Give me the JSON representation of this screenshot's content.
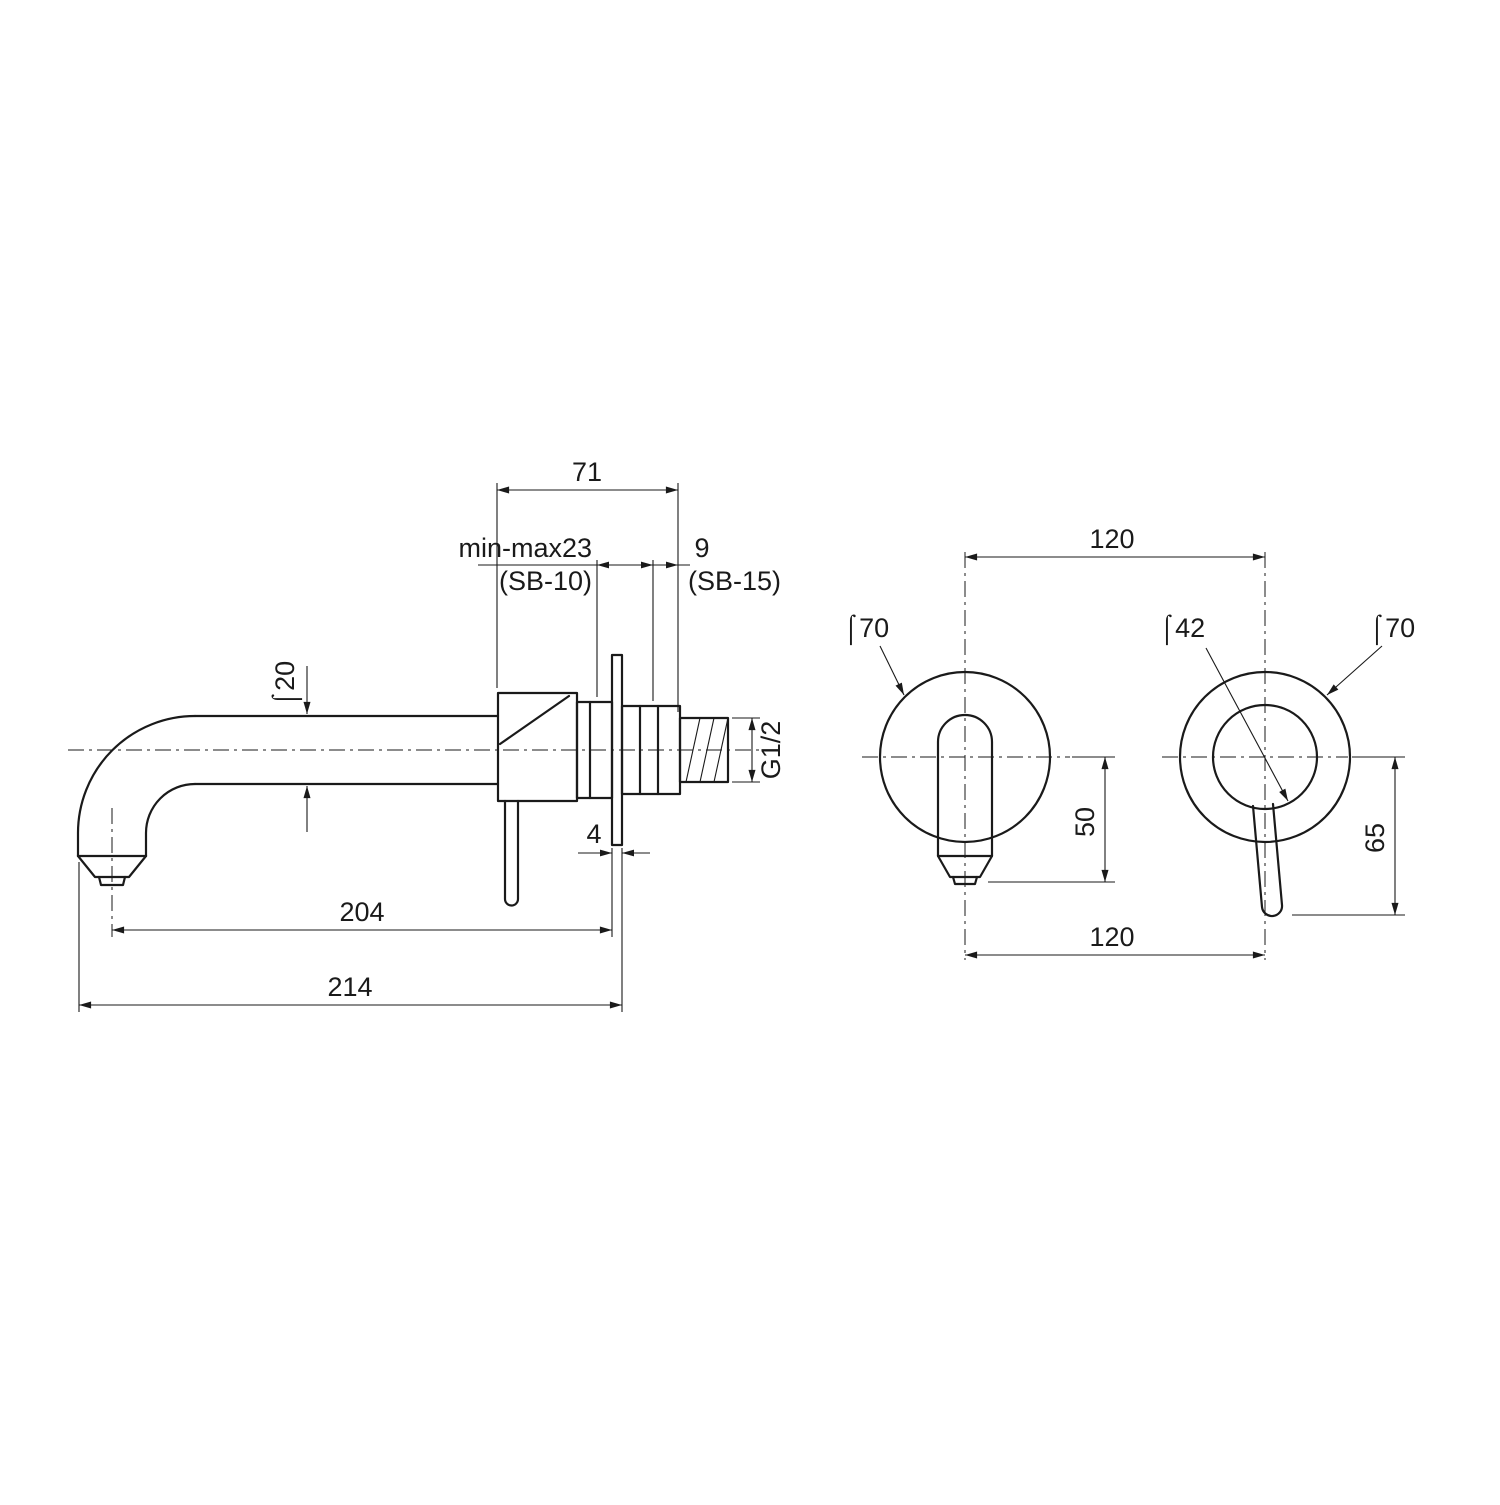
{
  "drawing": {
    "side_view": {
      "width_71": "71",
      "depth_minmax": "min-max23",
      "depth_minmax_note": "(SB-10)",
      "depth_9": "9",
      "depth_9_note": "(SB-15)",
      "spout_diameter": "⌠20",
      "thread_size": "G1/2",
      "plate_thickness": "4",
      "reach_204": "204",
      "reach_214": "214"
    },
    "front_view_spout": {
      "plate_diameter": "⌠70",
      "spacing_top": "120",
      "spout_drop": "50"
    },
    "front_view_handle": {
      "hub_diameter": "⌠42",
      "plate_diameter": "⌠70",
      "handle_drop": "65",
      "spacing_bottom": "120"
    }
  }
}
